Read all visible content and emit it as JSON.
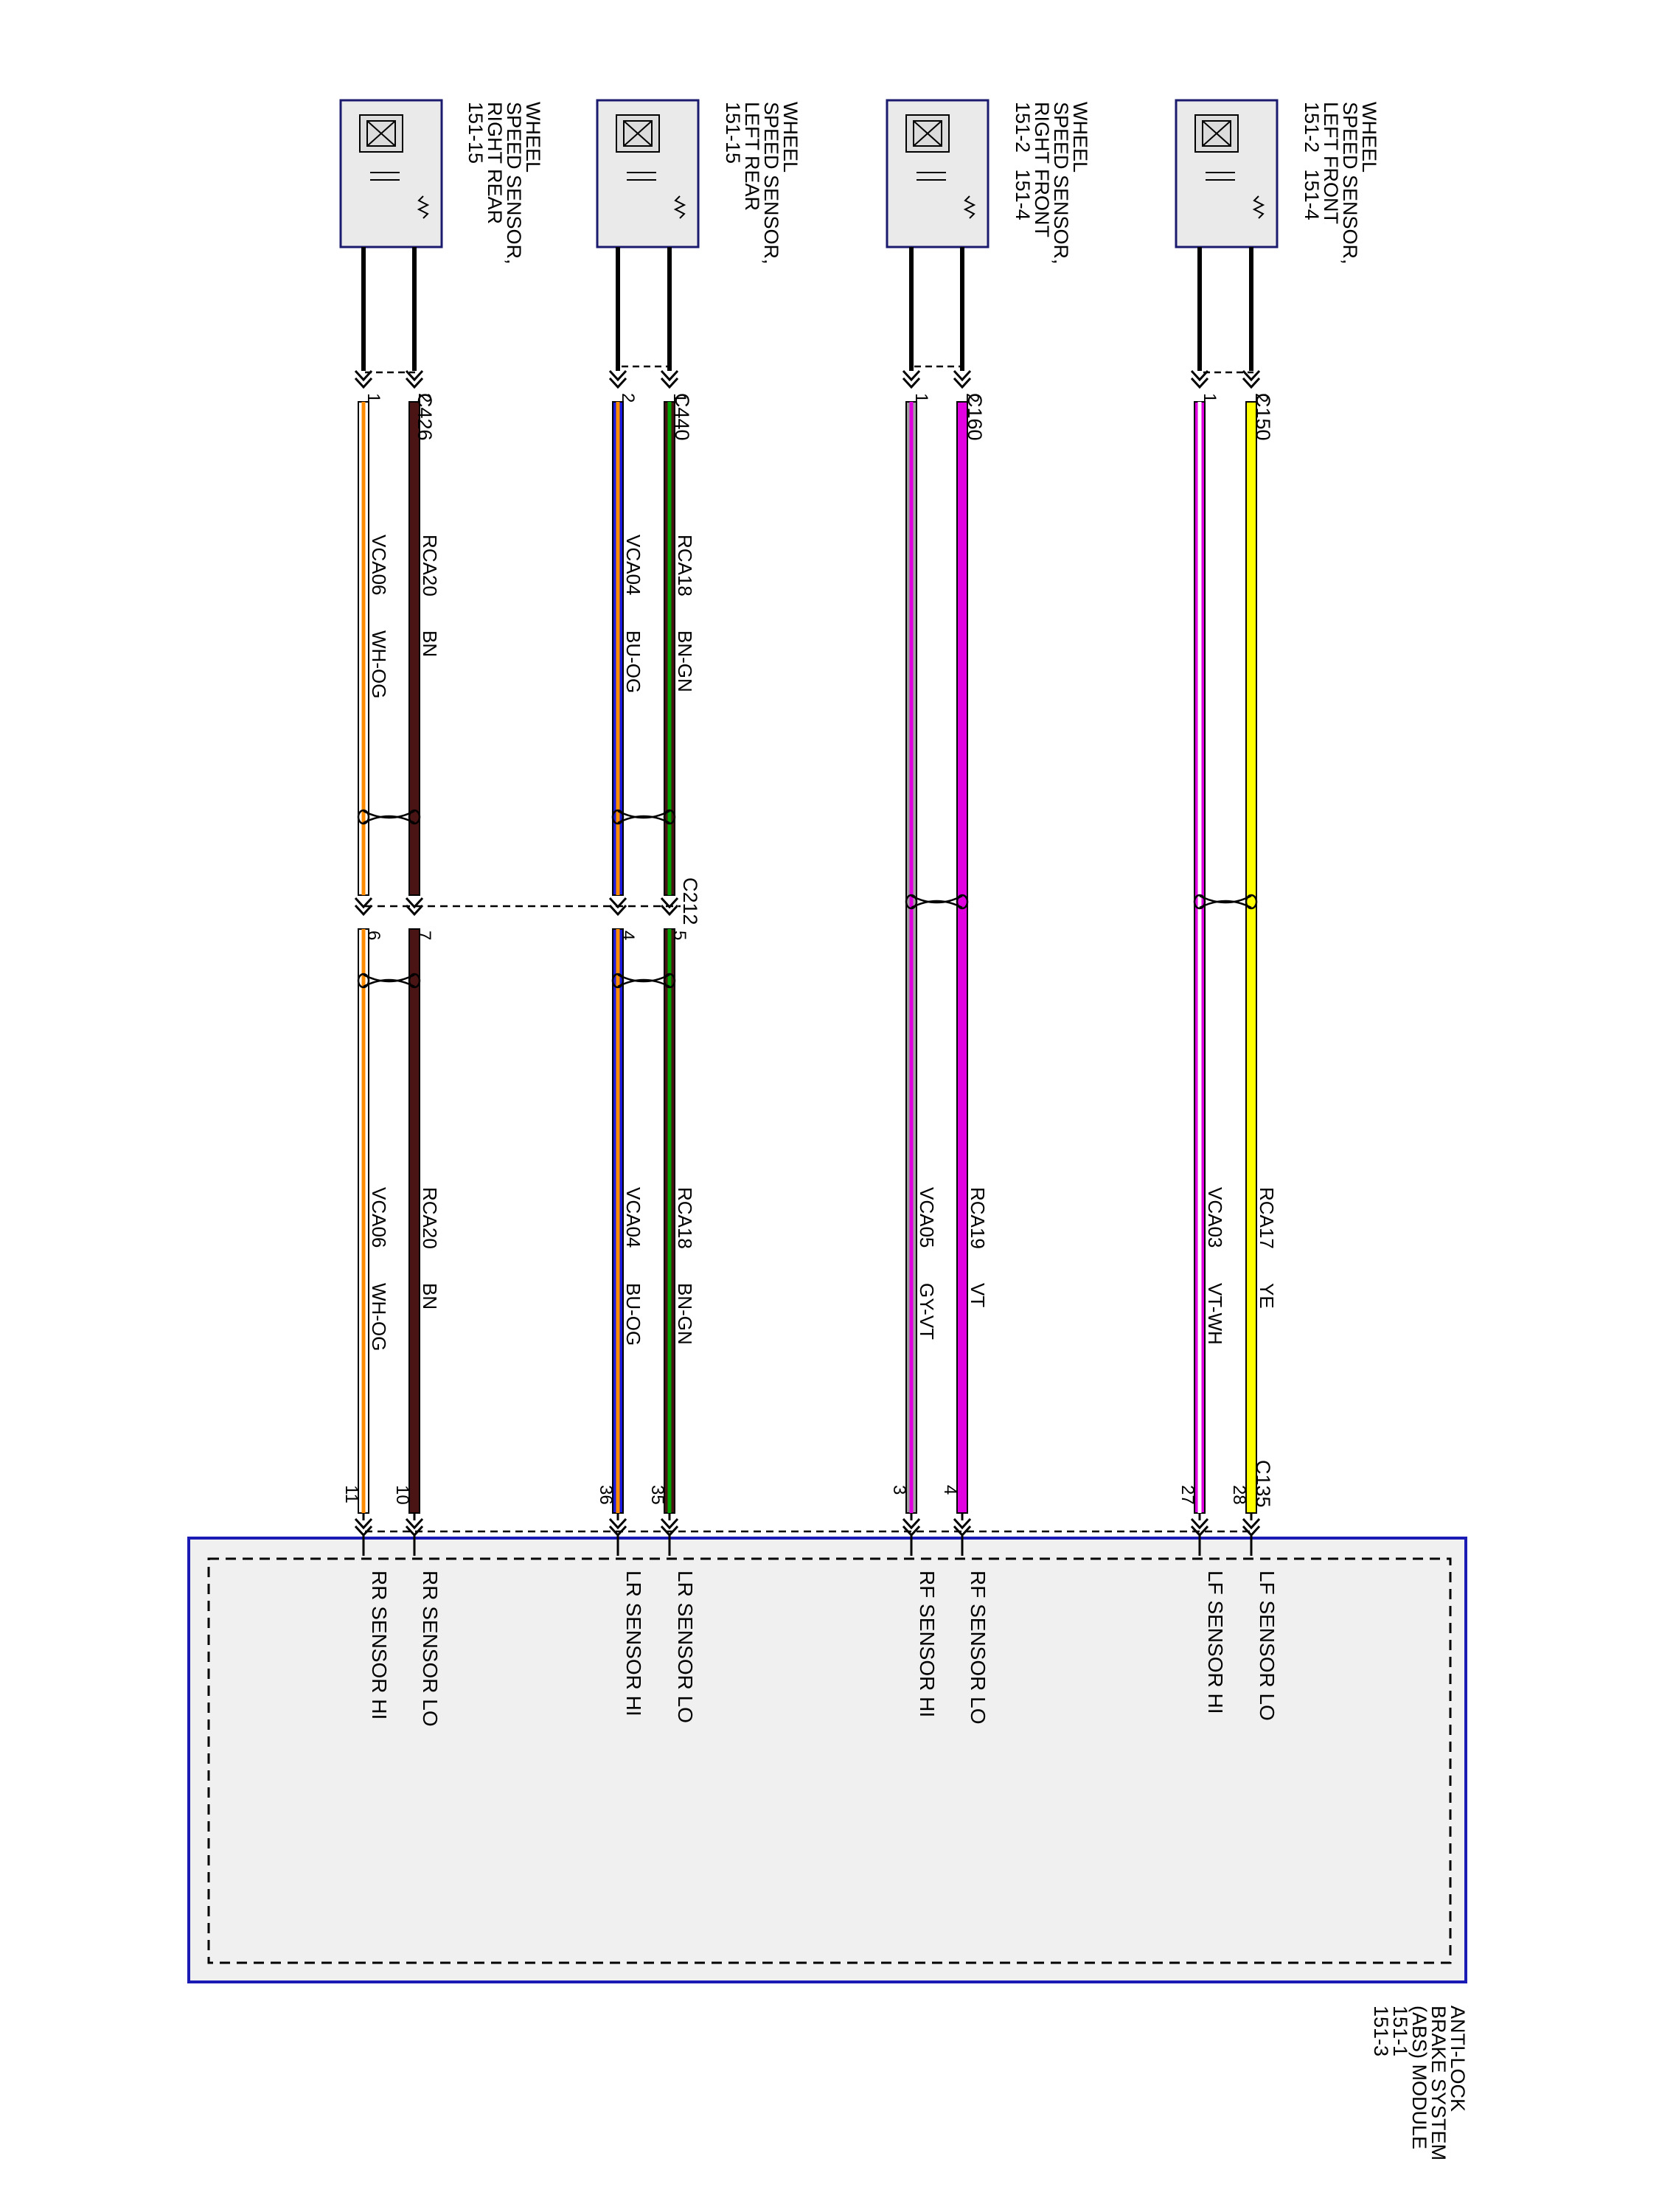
{
  "colors": {
    "BN": "#4a1414",
    "YE": "#ffff00",
    "VT": "#e000e0",
    "GY": "#a0a0a0",
    "WH": "#ffffff",
    "BU": "#1a1ae0",
    "GN": "#00a000",
    "OG": "#ff8c00",
    "module_border": "#1a1ab4",
    "module_fill": "#f0f0f0"
  },
  "sensors": [
    {
      "id": "lf",
      "label_lines": [
        "WHEEL",
        "SPEED SENSOR,",
        "LEFT FRONT",
        "151-2   151-4"
      ]
    },
    {
      "id": "rf",
      "label_lines": [
        "WHEEL",
        "SPEED SENSOR,",
        "RIGHT FRONT",
        "151-2   151-4"
      ]
    },
    {
      "id": "lr",
      "label_lines": [
        "WHEEL",
        "SPEED SENSOR,",
        "LEFT REAR",
        "151-15"
      ]
    },
    {
      "id": "rr",
      "label_lines": [
        "WHEEL",
        "SPEED SENSOR,",
        "RIGHT REAR",
        "151-15"
      ]
    }
  ],
  "connectors": {
    "sensor_side": [
      "C150",
      "C160",
      "C440",
      "C426"
    ],
    "inline": "C212",
    "module": "C135"
  },
  "wires": [
    {
      "name": "lf-lo-wire",
      "sensor_pin": "2",
      "inline_pins": null,
      "module_pin": "28",
      "circuit": "RCA17",
      "color": "YE",
      "base": "YE",
      "stripe": null,
      "function": "LF SENSOR LO"
    },
    {
      "name": "lf-hi-wire",
      "sensor_pin": "1",
      "inline_pins": null,
      "module_pin": "27",
      "circuit": "VCA03",
      "color": "VT-WH",
      "base": "VT",
      "stripe": "WH",
      "function": "LF SENSOR HI"
    },
    {
      "name": "rf-lo-wire",
      "sensor_pin": "2",
      "inline_pins": null,
      "module_pin": "4",
      "circuit": "RCA19",
      "color": "VT",
      "base": "VT",
      "stripe": null,
      "function": "RF SENSOR LO"
    },
    {
      "name": "rf-hi-wire",
      "sensor_pin": "1",
      "inline_pins": null,
      "module_pin": "3",
      "circuit": "VCA05",
      "color": "GY-VT",
      "base": "GY",
      "stripe": "VT",
      "function": "RF SENSOR HI"
    },
    {
      "name": "lr-lo-wire",
      "sensor_pin": "1",
      "inline_pins": "5",
      "module_pin": "35",
      "circuit": "RCA18",
      "color": "BN-GN",
      "base": "BN",
      "stripe": "GN",
      "function": "LR SENSOR LO"
    },
    {
      "name": "lr-hi-wire",
      "sensor_pin": "2",
      "inline_pins": "4",
      "module_pin": "36",
      "circuit": "VCA04",
      "color": "BU-OG",
      "base": "BU",
      "stripe": "OG",
      "function": "LR SENSOR HI"
    },
    {
      "name": "rr-lo-wire",
      "sensor_pin": "2",
      "inline_pins": "7",
      "module_pin": "10",
      "circuit": "RCA20",
      "color": "BN",
      "base": "BN",
      "stripe": null,
      "function": "RR SENSOR LO"
    },
    {
      "name": "rr-hi-wire",
      "sensor_pin": "1",
      "inline_pins": "6",
      "module_pin": "11",
      "circuit": "VCA06",
      "color": "WH-OG",
      "base": "WH",
      "stripe": "OG",
      "function": "RR SENSOR HI"
    }
  ],
  "module": {
    "label_lines": [
      "ANTI-LOCK",
      "BRAKE SYSTEM",
      "(ABS) MODULE",
      "151-1",
      "151-3"
    ]
  }
}
